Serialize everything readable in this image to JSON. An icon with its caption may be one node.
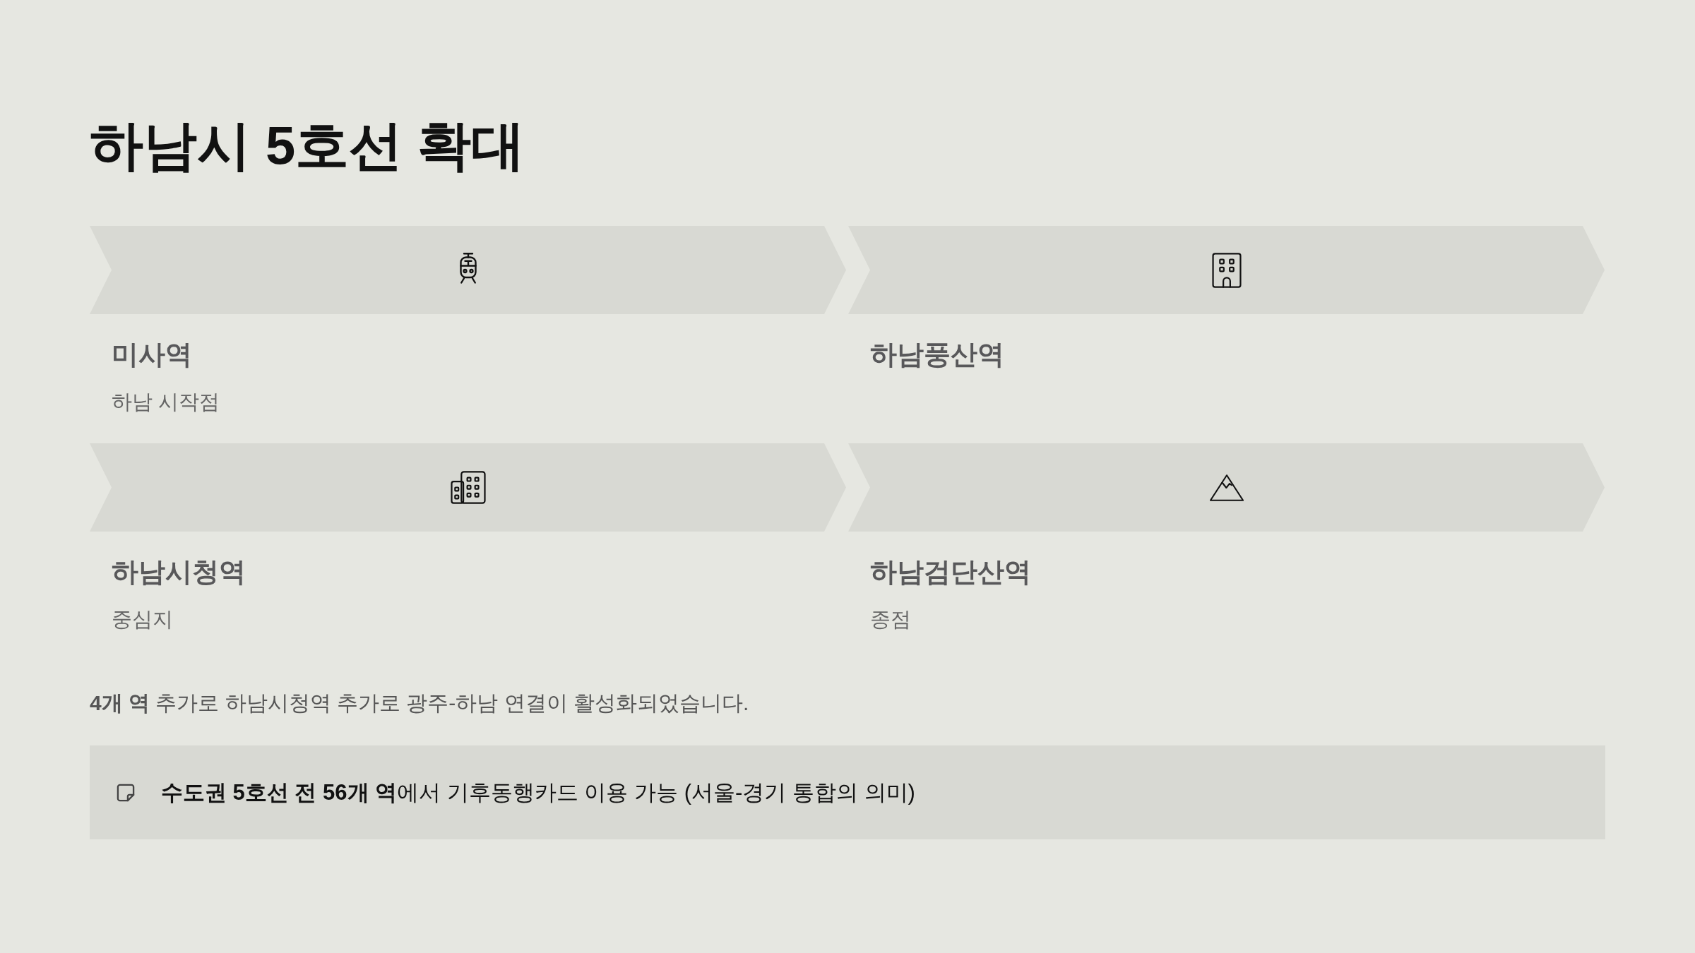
{
  "diagram": {
    "title": "하남시 5호선 확대",
    "nodes": [
      {
        "text": [
          "미사역",
          "하남 시작점"
        ]
      },
      {
        "text": [
          "하남풍산역"
        ]
      },
      {
        "text": [
          "하남시청역",
          "중심지"
        ]
      },
      {
        "text": [
          "하남검단산역",
          "종점"
        ]
      },
      {
        "text": [
          "**수도권 5호선 전 56개 역**에서 기후동행카드 이용 가능 (서울-경기 통합의 의미)"
        ]
      }
    ],
    "labels": [
      "**4개 역** 추가로 하남시청역 추가로 광주-하남 연결이 활성화되었습니다."
    ]
  }
}
